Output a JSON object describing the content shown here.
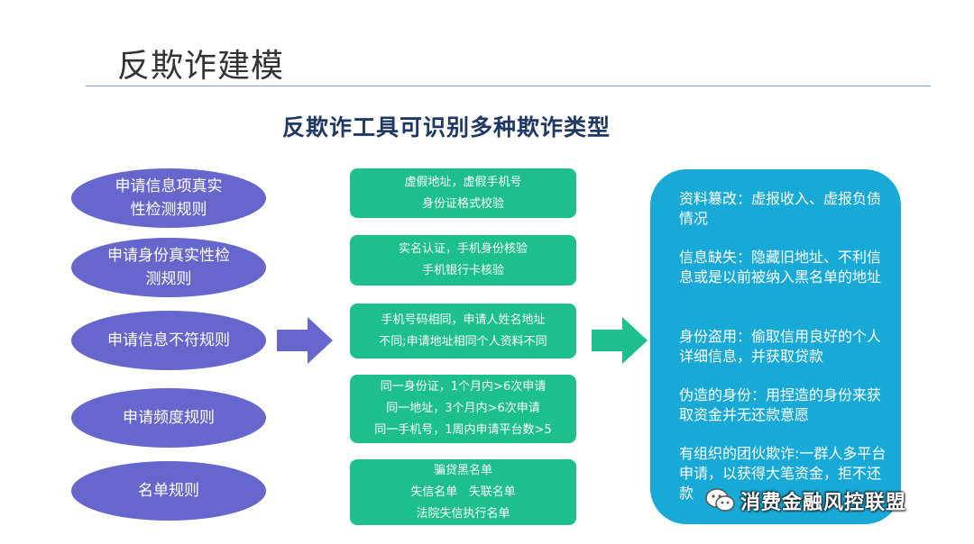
{
  "header": {
    "title": "反欺诈建模",
    "subtitle": "反欺诈工具可识别多种欺诈类型"
  },
  "rules": [
    {
      "lines": [
        "申请信息项真实",
        "性检测规则"
      ]
    },
    {
      "lines": [
        "申请身份真实性检",
        "测规则"
      ]
    },
    {
      "lines": [
        "申请信息不符规则"
      ]
    },
    {
      "lines": [
        "申请频度规则"
      ]
    },
    {
      "lines": [
        "名单规则"
      ]
    }
  ],
  "checks": [
    {
      "lines": [
        "虚假地址，虚假手机号",
        "身份证格式校验"
      ]
    },
    {
      "lines": [
        "实名认证，手机身份核验",
        "手机银行卡核验"
      ]
    },
    {
      "lines": [
        "手机号码相同，申请人姓名地址",
        "不同;申请地址相同个人资料不同"
      ]
    },
    {
      "lines": [
        "同一身份证，1个月内>6次申请",
        "同一地址，3个月内>6次申请",
        "同一手机号，1周内申请平台数>5"
      ]
    },
    {
      "lines": [
        "骗贷黑名单",
        "失信名单   失联名单",
        "法院失信执行名单"
      ]
    }
  ],
  "fraud_types": [
    "资料篡改：虚报收入、虚报负债情况",
    "信息缺失：隐藏旧地址、不利信息或是以前被纳入黑名单的地址",
    "身份盗用：偷取信用良好的个人详细信息，并获取贷款",
    "伪造的身份：用捏造的身份来获取资金并无还款意愿",
    "有组织的团伙欺诈:一群人多平台申请，以获得大笔资金，拒不还款"
  ],
  "watermark": {
    "text": "消费金融风控联盟",
    "icon": "wechat-icon"
  },
  "colors": {
    "oval": "#6666cc",
    "check_box": "#1dbf8c",
    "fraud_box": "#19a9d6",
    "arrow_left": "#6666cc",
    "arrow_right": "#1dbf8c",
    "subtitle": "#1f3864"
  }
}
